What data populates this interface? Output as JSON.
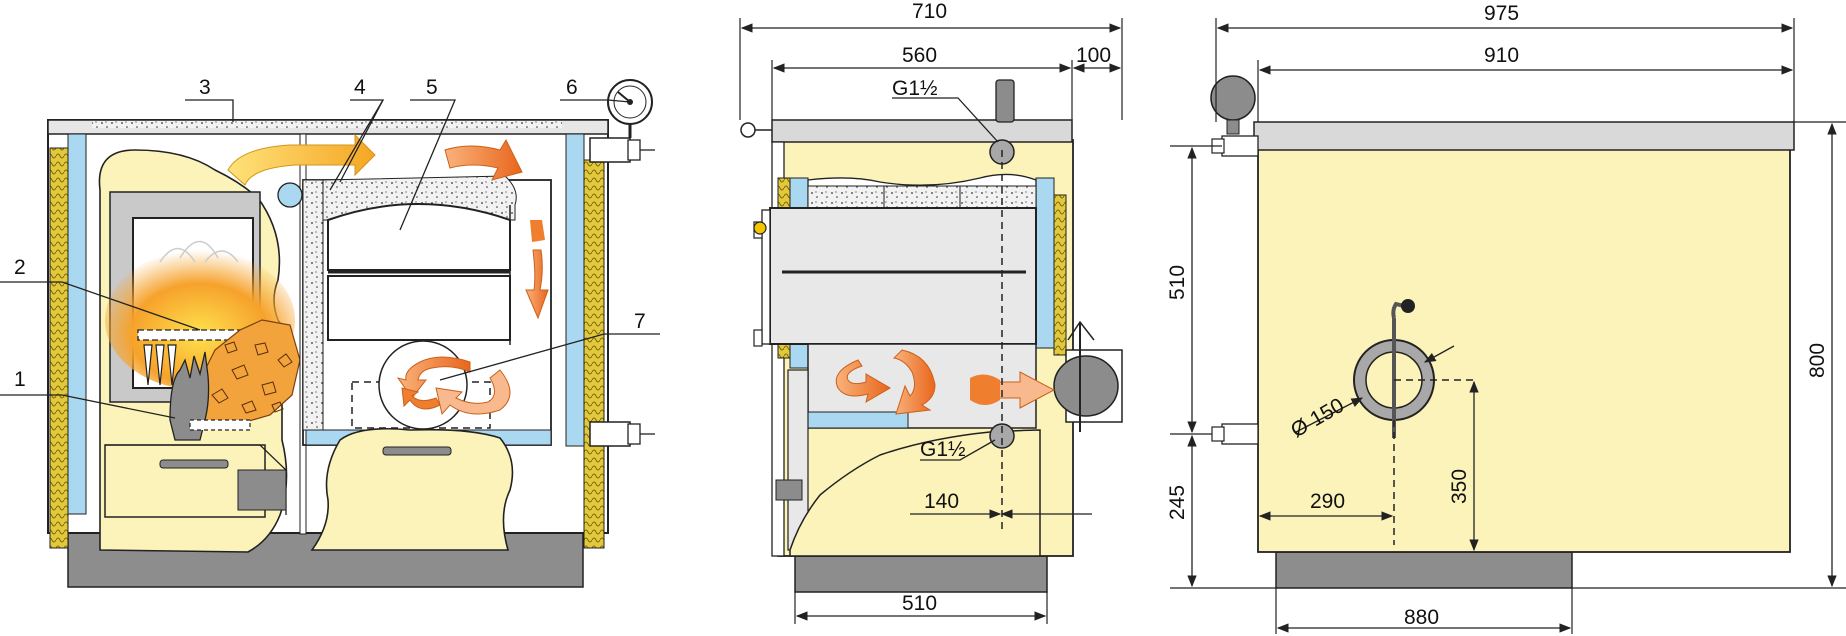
{
  "callouts": {
    "c1": "1",
    "c2": "2",
    "c3": "3",
    "c4": "4",
    "c5": "5",
    "c6": "6",
    "c7": "7"
  },
  "dimensions": {
    "side_overall_width": "710",
    "side_body_width": "560",
    "side_rear_offset": "100",
    "side_top_port": "G1½",
    "side_bottom_port": "G1½",
    "side_flue_offset": "140",
    "side_base_width": "510",
    "rear_overall_width": "975",
    "rear_body_width": "910",
    "rear_upper_height": "510",
    "rear_lower_height": "245",
    "rear_total_height": "800",
    "rear_flue_diameter": "Ø 150",
    "rear_flue_horizontal": "290",
    "rear_flue_height": "350",
    "rear_base_width": "880"
  },
  "colors": {
    "body_cream": "#fbf3b9",
    "insulation_blue": "#a9d8f0",
    "insulation_yellow": "#e3c83b",
    "base_grey": "#8d8d8d",
    "steel_grey": "#d9d9d9",
    "flame_orange": "#f08a2a",
    "arrow_orange": "#ef7f2e"
  }
}
